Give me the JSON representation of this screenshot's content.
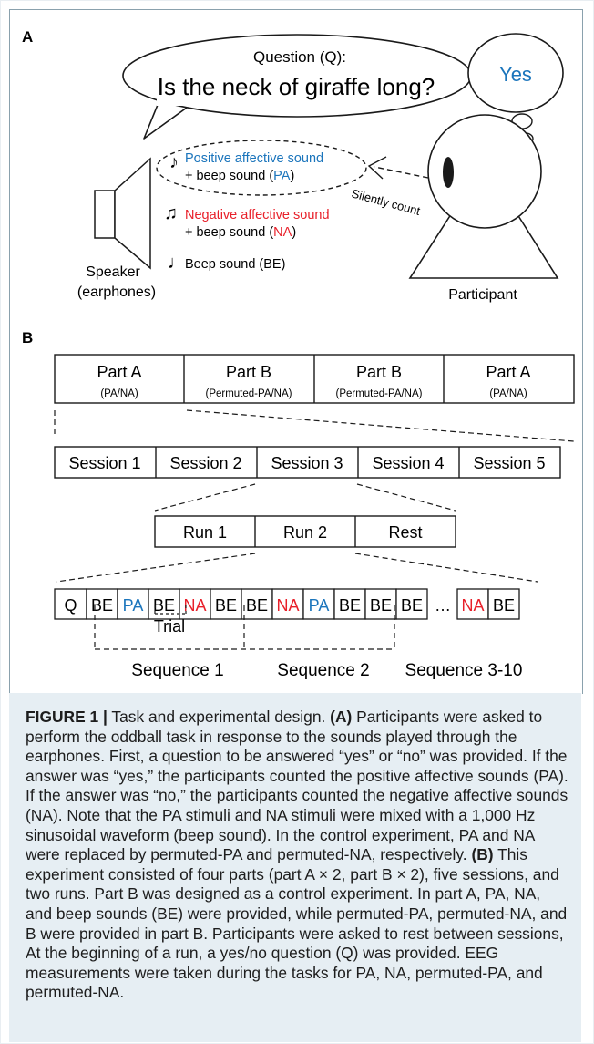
{
  "panel_a": {
    "label": "A",
    "question_title": "Question (Q):",
    "question_text": "Is the neck of giraffe long?",
    "thought_answer": "Yes",
    "pa_line1": "Positive affective sound",
    "pa_line2_prefix": "+ beep sound (",
    "pa_line2_abbr": "PA",
    "pa_line2_suffix": ")",
    "na_line1": "Negative affective sound",
    "na_line2_prefix": "+ beep sound (",
    "na_line2_abbr": "NA",
    "na_line2_suffix": ")",
    "be_label": "Beep sound (BE)",
    "silently_count": "Silently count",
    "speaker_line1": "Speaker",
    "speaker_line2": "(earphones)",
    "participant_label": "Participant",
    "note_glyphs": [
      "♪",
      "♫",
      "♩"
    ]
  },
  "panel_b": {
    "label": "B",
    "parts": [
      {
        "title": "Part A",
        "sub": "(PA/NA)"
      },
      {
        "title": "Part B",
        "sub": "(Permuted-PA/NA)"
      },
      {
        "title": "Part B",
        "sub": "(Permuted-PA/NA)"
      },
      {
        "title": "Part A",
        "sub": "(PA/NA)"
      }
    ],
    "sessions": [
      "Session 1",
      "Session 2",
      "Session 3",
      "Session 4",
      "Session 5"
    ],
    "runs": [
      "Run 1",
      "Run 2",
      "Rest"
    ],
    "trials": [
      "Q",
      "BE",
      "PA",
      "BE",
      "NA",
      "BE",
      "BE",
      "NA",
      "PA",
      "BE",
      "BE",
      "BE",
      "…",
      "NA",
      "BE"
    ],
    "trial_label": "Trial",
    "sequence_labels": [
      "Sequence 1",
      "Sequence 2",
      "Sequence 3-10"
    ]
  },
  "colors": {
    "pa": "#1b75bc",
    "na": "#e8202a",
    "caption_bg": "#e6eef3",
    "frame_border": "#8aa1ad"
  },
  "caption": {
    "figure_label": "FIGURE 1 |",
    "text1": " Task and experimental design. ",
    "a_label": "(A)",
    "text2": " Participants were asked to perform the oddball task in response to the sounds played through the earphones. First, a question to be answered “yes” or “no” was provided. If the answer was “yes,” the participants counted the positive affective sounds (PA). If the answer was “no,” the participants counted the negative affective sounds (NA). Note that the PA stimuli and NA stimuli were mixed with a 1,000 Hz sinusoidal waveform (beep sound). In the control experiment, PA and NA were replaced by permuted-PA and permuted-NA, respectively. ",
    "b_label": "(B)",
    "text3": " This experiment consisted of four parts (part A × 2, part B × 2), five sessions, and two runs. Part B was designed as a control experiment. In part A, PA, NA, and beep sounds (BE) were provided, while permuted-PA, permuted-NA, and B were provided in part B. Participants were asked to rest between sessions, At the beginning of a run, a yes/no question (Q) was provided. EEG measurements were taken during the tasks for PA, NA, permuted-PA, and permuted-NA."
  }
}
